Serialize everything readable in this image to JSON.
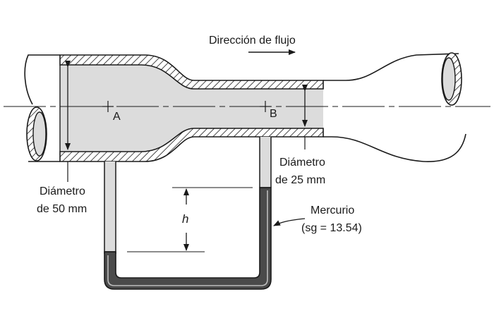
{
  "labels": {
    "flow_direction": "Dirección de flujo",
    "point_a": "A",
    "point_b": "B",
    "diameter_large_line1": "Diámetro",
    "diameter_large_line2": "de 50 mm",
    "diameter_small_line1": "Diámetro",
    "diameter_small_line2": "de 25 mm",
    "height": "h",
    "fluid_line1": "Mercurio",
    "fluid_line2": "(sg = 13.54)"
  },
  "colors": {
    "pipe_fill": "#dcdcdc",
    "wall_line": "#1a1a1a",
    "mercury": "#4a4a4a"
  }
}
